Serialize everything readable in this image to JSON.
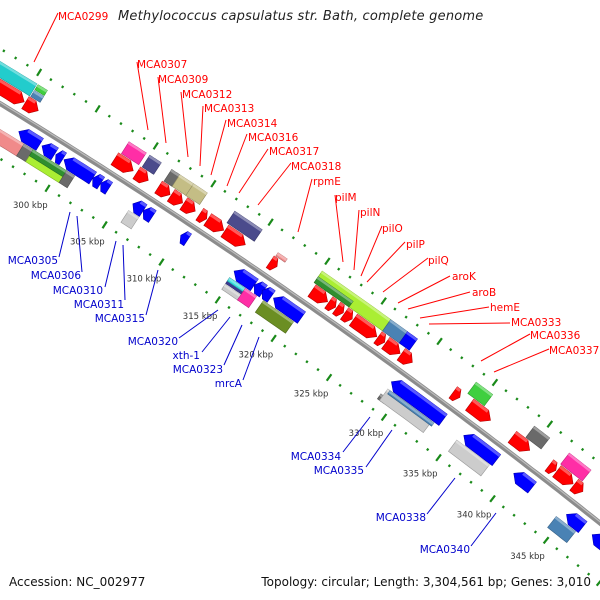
{
  "header": {
    "title": "Methylococcus capsulatus str. Bath, complete genome"
  },
  "footer": {
    "accession": "Accession: NC_002977",
    "summary": "Topology: circular; Length: 3,304,561 bp; Genes: 3,010"
  },
  "colors": {
    "backbone": "#8c8c8c",
    "forward_gene": "#ff0000",
    "reverse_gene": "#0000ff",
    "tick": "#1a8a1a",
    "forward_label": "#ff0000",
    "reverse_label": "#0000cc",
    "cog": {
      "cyan": "#22cccc",
      "green": "#3fcf3f",
      "steelblue": "#4a82b4",
      "magenta": "#ff2ea6",
      "slateblue": "#4b4b8c",
      "gray": "#6a6a6a",
      "khaki": "#c4bd85",
      "salmon": "#f08a8a",
      "lime": "#aaee33",
      "darkgreen": "#2f8f2f",
      "blue": "#0000ff",
      "lightgray": "#cccccc",
      "olive": "#6b8e23",
      "cyanlight": "#33dddd",
      "navy": "#3a3a90"
    }
  },
  "chart_data": {
    "type": "genome-map",
    "title": "Methylococcus capsulatus str. Bath, complete genome",
    "units": "kbp",
    "range_kbp": [
      291,
      350
    ],
    "major_tick_interval_kbp": 5,
    "minor_tick_interval_kbp": 1,
    "tick_labels": [
      "300 kbp",
      "305 kbp",
      "310 kbp",
      "315 kbp",
      "320 kbp",
      "325 kbp",
      "330 kbp",
      "335 kbp",
      "340 kbp",
      "345 kbp"
    ],
    "tick_values": [
      300,
      305,
      310,
      315,
      320,
      325,
      330,
      335,
      340,
      345
    ],
    "forward_genes": [
      {
        "start": 291.5,
        "end": 295.2
      },
      {
        "start": 295.3,
        "end": 296.4
      },
      {
        "start": 303.0,
        "end": 304.6
      },
      {
        "start": 304.9,
        "end": 305.9
      },
      {
        "start": 306.8,
        "end": 307.8
      },
      {
        "start": 307.9,
        "end": 308.9
      },
      {
        "start": 309.0,
        "end": 310.0
      },
      {
        "start": 310.4,
        "end": 311.0
      },
      {
        "start": 311.1,
        "end": 312.5
      },
      {
        "start": 312.6,
        "end": 314.4
      },
      {
        "start": 316.6,
        "end": 317.2
      },
      {
        "start": 320.3,
        "end": 321.7
      },
      {
        "start": 321.8,
        "end": 322.4
      },
      {
        "start": 322.5,
        "end": 323.1
      },
      {
        "start": 323.2,
        "end": 323.9
      },
      {
        "start": 324.0,
        "end": 326.1
      },
      {
        "start": 326.2,
        "end": 326.8
      },
      {
        "start": 326.9,
        "end": 328.2
      },
      {
        "start": 328.3,
        "end": 329.3
      },
      {
        "start": 333.0,
        "end": 333.6
      },
      {
        "start": 334.5,
        "end": 336.4
      },
      {
        "start": 338.4,
        "end": 340.0
      },
      {
        "start": 341.8,
        "end": 342.4
      },
      {
        "start": 342.5,
        "end": 344.0
      },
      {
        "start": 344.1,
        "end": 344.9
      }
    ],
    "reverse_genes": [
      {
        "start": 296.0,
        "end": 297.8
      },
      {
        "start": 298.0,
        "end": 299.1
      },
      {
        "start": 299.2,
        "end": 299.8
      },
      {
        "start": 299.9,
        "end": 302.4
      },
      {
        "start": 302.4,
        "end": 303.1
      },
      {
        "start": 303.1,
        "end": 303.8
      },
      {
        "start": 305.9,
        "end": 306.8
      },
      {
        "start": 306.8,
        "end": 307.6
      },
      {
        "start": 310.1,
        "end": 310.7
      },
      {
        "start": 314.8,
        "end": 316.6
      },
      {
        "start": 316.6,
        "end": 317.4
      },
      {
        "start": 317.3,
        "end": 318.1
      },
      {
        "start": 318.3,
        "end": 320.8
      },
      {
        "start": 328.9,
        "end": 333.6
      },
      {
        "start": 335.5,
        "end": 338.5
      },
      {
        "start": 340.1,
        "end": 341.8
      },
      {
        "start": 345.0,
        "end": 346.5
      },
      {
        "start": 347.4,
        "end": 349.0
      }
    ],
    "forward_cog": [
      {
        "start": 291.6,
        "end": 295.3,
        "color": "cyan",
        "row": 0
      },
      {
        "start": 295.4,
        "end": 296.2,
        "color": "green",
        "row": 1
      },
      {
        "start": 295.4,
        "end": 296.2,
        "color": "steelblue",
        "row": 2
      },
      {
        "start": 303.2,
        "end": 304.7,
        "color": "magenta",
        "row": 0
      },
      {
        "start": 305.0,
        "end": 306.0,
        "color": "slateblue",
        "row": 0
      },
      {
        "start": 306.9,
        "end": 307.6,
        "color": "gray",
        "row": 0
      },
      {
        "start": 307.6,
        "end": 308.8,
        "color": "khaki",
        "row": 0
      },
      {
        "start": 308.8,
        "end": 310.0,
        "color": "khaki",
        "row": 0
      },
      {
        "start": 312.4,
        "end": 314.8,
        "color": "slateblue",
        "row": 0
      },
      {
        "start": 316.7,
        "end": 317.5,
        "color": "salmon",
        "row": 3
      },
      {
        "start": 320.1,
        "end": 326.2,
        "color": "lime",
        "row": 0
      },
      {
        "start": 320.1,
        "end": 323.2,
        "color": "darkgreen",
        "row": 2
      },
      {
        "start": 326.2,
        "end": 327.7,
        "color": "steelblue",
        "row": 0
      },
      {
        "start": 327.7,
        "end": 328.6,
        "color": "blue",
        "row": 0
      },
      {
        "start": 333.9,
        "end": 335.4,
        "color": "green",
        "row": 0
      },
      {
        "start": 339.2,
        "end": 340.6,
        "color": "gray",
        "row": 0
      },
      {
        "start": 342.4,
        "end": 344.4,
        "color": "magenta",
        "row": 0
      }
    ],
    "reverse_cog": [
      {
        "start": 291.5,
        "end": 294.0,
        "color": "salmon",
        "row": 0
      },
      {
        "start": 294.0,
        "end": 296.8,
        "color": "salmon",
        "row": 0
      },
      {
        "start": 296.8,
        "end": 297.6,
        "color": "gray",
        "row": 0
      },
      {
        "start": 297.6,
        "end": 300.5,
        "color": "lime",
        "row": 0
      },
      {
        "start": 297.6,
        "end": 300.5,
        "color": "darkgreen",
        "row": 2
      },
      {
        "start": 300.5,
        "end": 301.2,
        "color": "gray",
        "row": 0
      },
      {
        "start": 305.9,
        "end": 306.8,
        "color": "lightgray",
        "row": 0
      },
      {
        "start": 314.8,
        "end": 316.2,
        "color": "lightgray",
        "row": 1
      },
      {
        "start": 314.8,
        "end": 316.2,
        "color": "navy",
        "row": 2
      },
      {
        "start": 314.8,
        "end": 316.2,
        "color": "cyanlight",
        "row": 3
      },
      {
        "start": 316.2,
        "end": 317.2,
        "color": "magenta",
        "row": 0
      },
      {
        "start": 317.8,
        "end": 320.5,
        "color": "olive",
        "row": 0
      },
      {
        "start": 328.8,
        "end": 329.4,
        "color": "gray",
        "row": 1
      },
      {
        "start": 329.0,
        "end": 333.0,
        "color": "lightgray",
        "row": 0
      },
      {
        "start": 329.2,
        "end": 333.2,
        "color": "steelblue",
        "row": 3
      },
      {
        "start": 335.3,
        "end": 338.3,
        "color": "lightgray",
        "row": 0
      },
      {
        "start": 344.5,
        "end": 346.3,
        "color": "steelblue",
        "row": 0
      }
    ],
    "forward_labels": [
      "MCA0299",
      "MCA0307",
      "MCA0309",
      "MCA0312",
      "MCA0313",
      "MCA0314",
      "MCA0316",
      "MCA0317",
      "MCA0318",
      "rpmE",
      "pilM",
      "pilN",
      "pilO",
      "pilP",
      "pilQ",
      "aroK",
      "aroB",
      "hemE",
      "MCA0333",
      "MCA0336",
      "MCA0337"
    ],
    "reverse_labels": [
      "MCA0305",
      "MCA0306",
      "MCA0310",
      "MCA0311",
      "MCA0315",
      "MCA0320",
      "xth-1",
      "MCA0323",
      "mrcA",
      "MCA0334",
      "MCA0335",
      "MCA0338",
      "MCA0340"
    ]
  }
}
